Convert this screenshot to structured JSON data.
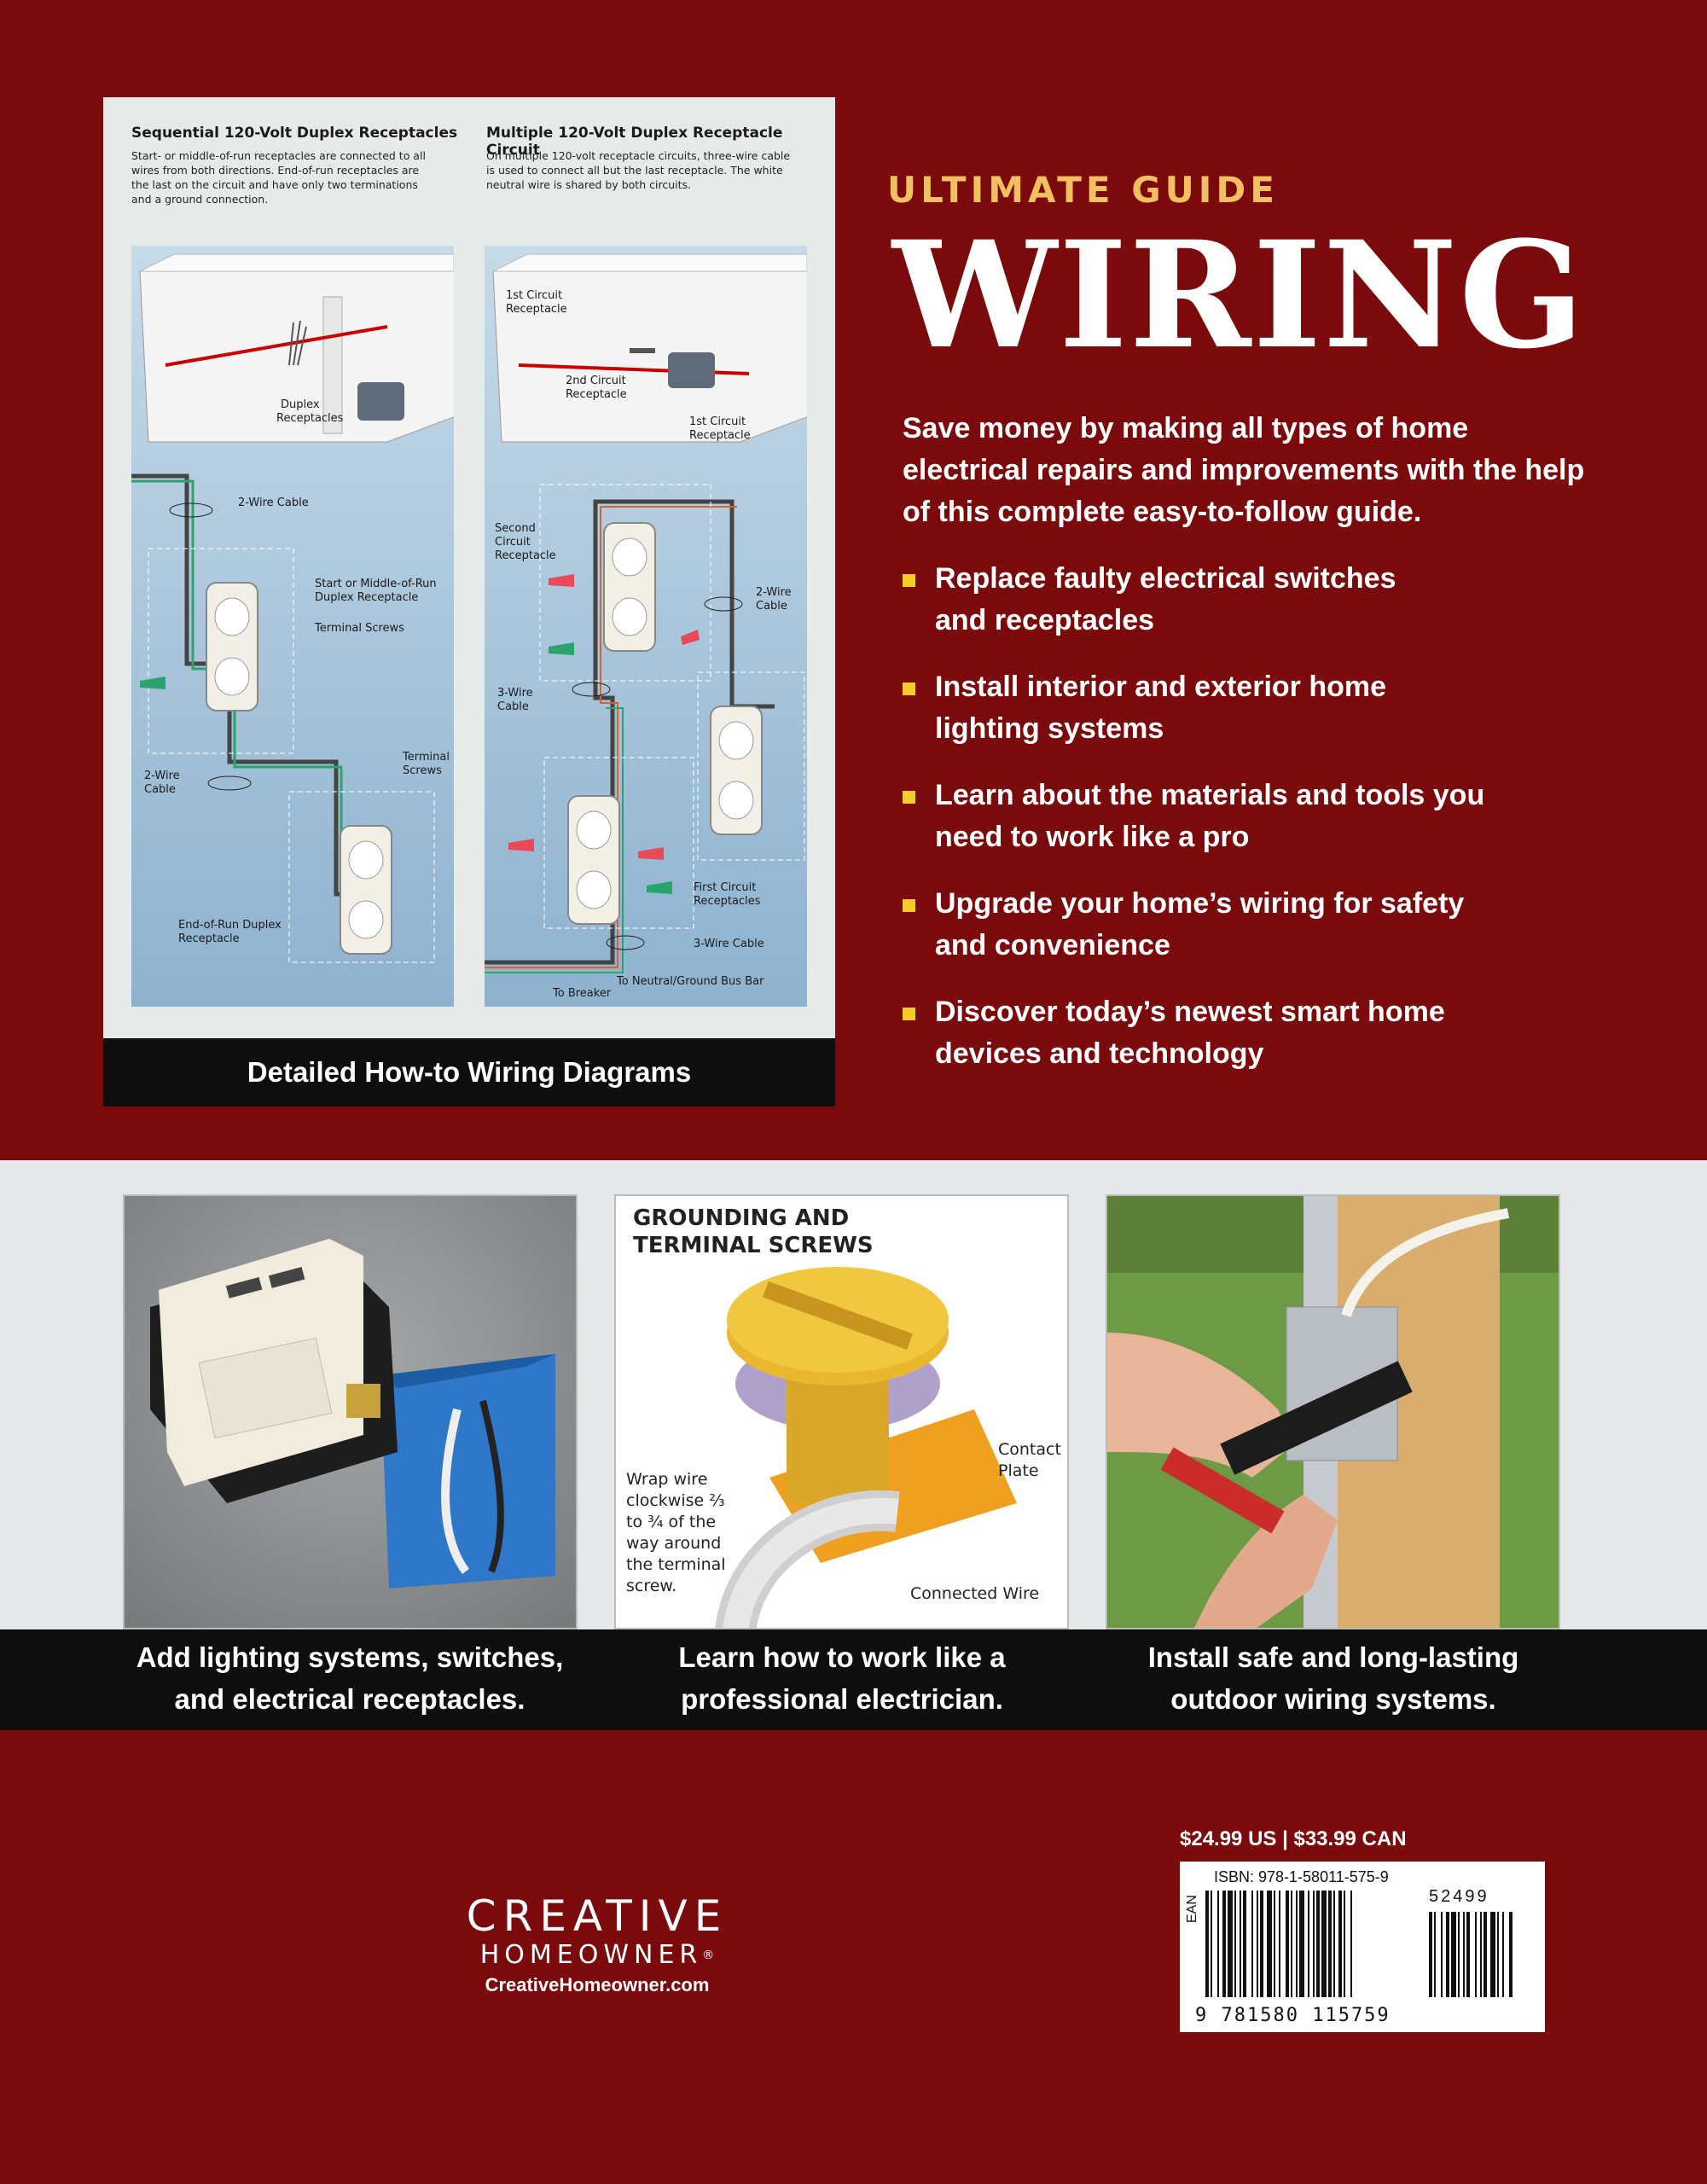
{
  "diagram_panel": {
    "left": {
      "title": "Sequential 120-Volt Duplex Receptacles",
      "description_lines": [
        "Start- or middle-of-run receptacles are connected to all",
        "wires from both directions. End-of-run receptacles are",
        "the last on the circuit and have only two terminations",
        "and a ground connection."
      ],
      "labels": {
        "duplex_receptacles_1": "Duplex",
        "duplex_receptacles_2": "Receptacles",
        "two_wire_cable": "2-Wire Cable",
        "start_middle_1": "Start or Middle-of-Run",
        "start_middle_2": "Duplex Receptacle",
        "terminal_screws": "Terminal Screws",
        "two_wire_cable_b1": "2-Wire",
        "two_wire_cable_b2": "Cable",
        "terminal_screws_b1": "Terminal",
        "terminal_screws_b2": "Screws",
        "end_of_run_1": "End-of-Run Duplex",
        "end_of_run_2": "Receptacle"
      }
    },
    "right": {
      "title": "Multiple 120-Volt Duplex Receptacle Circuit",
      "description_lines": [
        "On multiple 120-volt receptacle circuits, three-wire cable",
        "is used to connect all but the last receptacle. The white",
        "neutral wire is shared by both circuits."
      ],
      "labels": {
        "first_circuit_1": "1st Circuit",
        "first_circuit_2": "Receptacle",
        "second_circuit_1": "2nd Circuit",
        "second_circuit_2": "Receptacle",
        "first_circuit_b1": "1st Circuit",
        "first_circuit_b2": "Receptacle",
        "second_circuit_r1": "Second",
        "second_circuit_r2": "Circuit",
        "second_circuit_r3": "Receptacle",
        "two_wire_1": "2-Wire",
        "two_wire_2": "Cable",
        "three_wire_1": "3-Wire",
        "three_wire_2": "Cable",
        "first_circuit_r1": "First Circuit",
        "first_circuit_r2": "Receptacles",
        "three_wire_cable": "3-Wire Cable",
        "to_breaker": "To Breaker",
        "to_neutral": "To Neutral/Ground Bus Bar"
      }
    },
    "caption": "Detailed How-to Wiring Diagrams"
  },
  "header": {
    "series": "ULTIMATE GUIDE",
    "title": "WIRING"
  },
  "intro": "Save money by making all types of home electrical repairs and improvements with the help of this complete easy-to-follow guide.",
  "bullets": [
    {
      "line1": "Replace faulty electrical switches",
      "line2": "and receptacles"
    },
    {
      "line1": "Install interior and exterior home",
      "line2": "lighting systems"
    },
    {
      "line1": "Learn about the materials and tools you",
      "line2": "need to work like a pro"
    },
    {
      "line1": "Upgrade your home’s wiring for safety",
      "line2": "and convenience"
    },
    {
      "line1": "Discover today’s newest smart home",
      "line2": "devices and technology"
    }
  ],
  "photos": {
    "center": {
      "title_line1": "GROUNDING AND",
      "title_line2": "TERMINAL SCREWS",
      "contact_1": "Contact",
      "contact_2": "Plate",
      "wrap_lines": [
        "Wrap wire",
        "clockwise ²⁄₃",
        "to ³⁄₄ of the",
        "way around",
        "the terminal",
        "screw."
      ],
      "connected": "Connected Wire"
    }
  },
  "captions": [
    {
      "line1": "Add lighting systems, switches,",
      "line2": "and electrical receptacles."
    },
    {
      "line1": "Learn how to work like a",
      "line2": "professional electrician."
    },
    {
      "line1": "Install safe and long-lasting",
      "line2": "outdoor wiring systems."
    }
  ],
  "publisher": {
    "name": "CREATIVE",
    "sub": "HOMEOWNER",
    "registered": "®",
    "url": "CreativeHomeowner.com"
  },
  "price": "$24.99 US | $33.99 CAN",
  "barcode": {
    "isbn": "ISBN: 978-1-58011-575-9",
    "ean_label": "EAN",
    "addon": "52499",
    "number": "9 781580 115759"
  },
  "colors": {
    "background": "#7a0a0b",
    "accent_gold": "#f2c060",
    "bullet": "#f5cc2a"
  }
}
